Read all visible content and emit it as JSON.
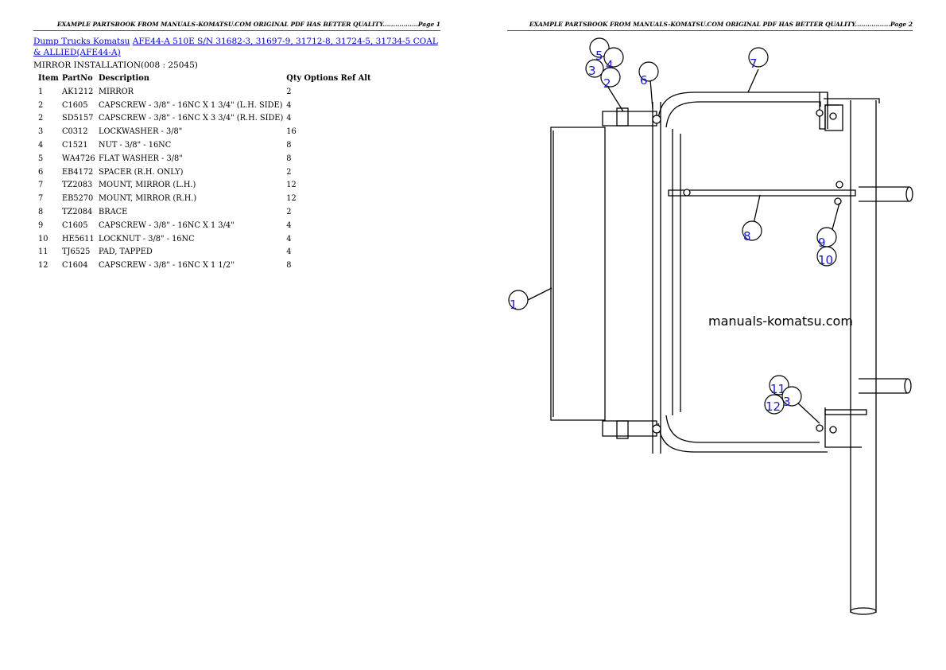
{
  "header": {
    "left": "EXAMPLE PARTSBOOK FROM MANUALS-KOMATSU.COM ORIGINAL PDF HAS BETTER QUALITY.................Page 1",
    "right": "EXAMPLE PARTSBOOK FROM MANUALS-KOMATSU.COM ORIGINAL PDF HAS BETTER QUALITY.................Page 2"
  },
  "breadcrumb": {
    "link1": "Dump Trucks Komatsu",
    "link2": "AFE44-A 510E S/N 31682-3, 31697-9, 31712-8, 31724-5, 31734-5 COAL & ALLIED(AFE44-A)"
  },
  "section_title": "MIRROR INSTALLATION(008 : 25045)",
  "table": {
    "headers": {
      "item": "Item",
      "partno": "PartNo",
      "description": "Description",
      "qty": "Qty Options Ref Alt"
    },
    "rows": [
      {
        "item": "1",
        "part": "AK1212",
        "desc": "MIRROR",
        "qty": "2"
      },
      {
        "item": "2",
        "part": "C1605",
        "desc": "CAPSCREW - 3/8\" - 16NC X 1 3/4\" (L.H. SIDE)",
        "qty": "4"
      },
      {
        "item": "2",
        "part": "SD5157",
        "desc": "CAPSCREW - 3/8\" - 16NC X 3 3/4\" (R.H. SIDE)",
        "qty": "4"
      },
      {
        "item": "3",
        "part": "C0312",
        "desc": "LOCKWASHER - 3/8\"",
        "qty": "16"
      },
      {
        "item": "4",
        "part": "C1521",
        "desc": "NUT - 3/8\" - 16NC",
        "qty": "8"
      },
      {
        "item": "5",
        "part": "WA4726",
        "desc": "FLAT WASHER - 3/8\"",
        "qty": "8"
      },
      {
        "item": "6",
        "part": "EB4172",
        "desc": "SPACER (R.H. ONLY)",
        "qty": "2"
      },
      {
        "item": "7",
        "part": "TZ2083",
        "desc": "MOUNT, MIRROR (L.H.)",
        "qty": "12"
      },
      {
        "item": "7",
        "part": "EB5270",
        "desc": "MOUNT, MIRROR (R.H.)",
        "qty": "12"
      },
      {
        "item": "8",
        "part": "TZ2084",
        "desc": "BRACE",
        "qty": "2"
      },
      {
        "item": "9",
        "part": "C1605",
        "desc": "CAPSCREW - 3/8\" - 16NC X 1 3/4\"",
        "qty": "4"
      },
      {
        "item": "10",
        "part": "HE5611",
        "desc": "LOCKNUT - 3/8\" - 16NC",
        "qty": "4"
      },
      {
        "item": "11",
        "part": "TJ6525",
        "desc": "PAD, TAPPED",
        "qty": "4"
      },
      {
        "item": "12",
        "part": "C1604",
        "desc": "CAPSCREW - 3/8\" - 16NC X 1 1/2\"",
        "qty": "8"
      }
    ]
  },
  "diagram": {
    "watermark": "manuals-komatsu.com",
    "callouts": [
      "5",
      "4",
      "3",
      "2",
      "6",
      "7",
      "8",
      "9",
      "10",
      "1",
      "11",
      "12",
      "3"
    ],
    "callout_color": "#1a1ad8"
  }
}
